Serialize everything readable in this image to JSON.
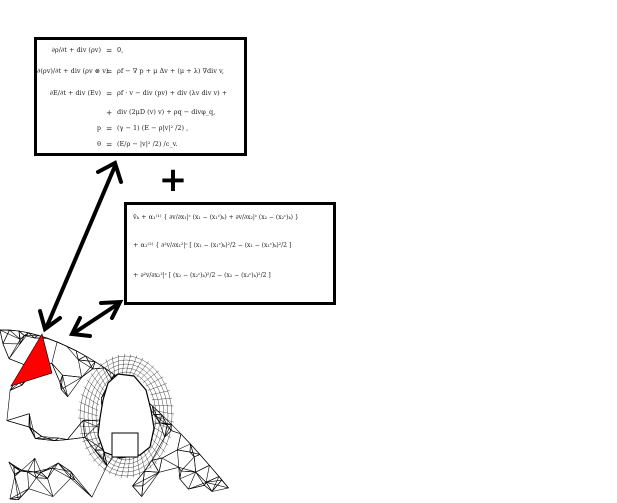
{
  "system_equations": {
    "rows": [
      {
        "lhs": "∂ρ/∂t + div (ρv)",
        "rel": "=",
        "rhs": "0,"
      },
      {
        "lhs": "∂(ρv)/∂t + div (ρv ⊗ v)",
        "rel": "=",
        "rhs": "ρf − ∇ p + μ Δv + (μ + λ) ∇div v,"
      },
      {
        "lhs": "∂E/∂t + div (Ev)",
        "rel": "=",
        "rhs": "ρf · v − div (pv) + div (λv div v) +"
      },
      {
        "lhs": "",
        "rel": "+",
        "rhs": "div (2μD (v) v) + ρq − divφ_q,"
      },
      {
        "lhs": "p",
        "rel": "=",
        "rhs": "(γ − 1) (E − ρ|v|² /2) ,"
      },
      {
        "lhs": "θ",
        "rel": "=",
        "rhs": "(E/ρ − |v|² /2) /c_v."
      }
    ]
  },
  "plus_symbol": "+",
  "reconstruction_equations": {
    "rows": [
      {
        "prefix": "v̄ₖ  +  α₁⁽¹⁾",
        "body": "{ ∂v/∂x₁|ᶜ (x₁ − (x₁ᶜ)ₖ) + ∂v/∂x₂|ᶜ (x₂ − (x₂ᶜ)ₖ) }"
      },
      {
        "prefix": "+  α₁⁽²⁾",
        "body": "{ ∂²v/∂x₁²|ᶜ [ (x₁ − (x₁ᶜ)ₖ)²/2 − (x₁ − (x₁ᶜ)ₖ)²/2 ]"
      },
      {
        "prefix": "+",
        "body": "∂²v/∂x₂²|ᶜ [ (x₂ − (x₂ᶜ)ₖ)²/2 − (x₂ − (x₂ᶜ)ₖ)²/2 ]"
      }
    ]
  },
  "colors": {
    "highlight_cell": "#ff0000",
    "mesh_lines": "#000000",
    "arrows": "#000000",
    "frame": "#000000"
  }
}
